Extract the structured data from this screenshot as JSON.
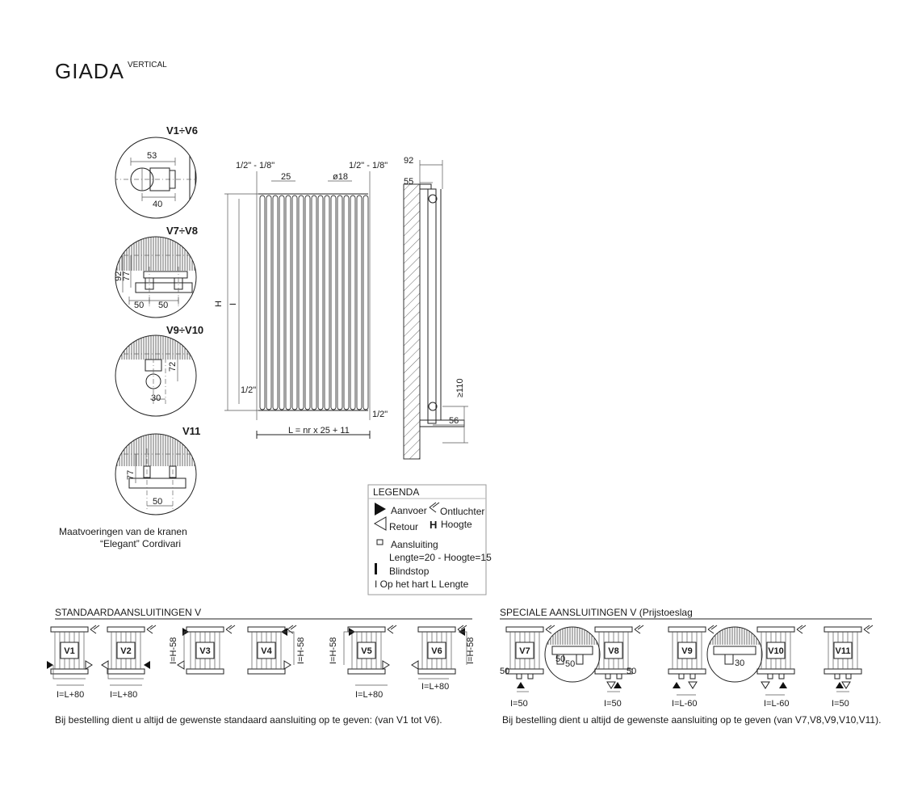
{
  "title": {
    "main": "GIADA",
    "sup": "VERTICAL"
  },
  "details": {
    "v1v6": {
      "label": "V1÷V6",
      "dims": [
        "53",
        "40"
      ]
    },
    "v7v8": {
      "label": "V7÷V8",
      "dims": [
        "92",
        "77",
        "50",
        "50"
      ]
    },
    "v9v10": {
      "label": "V9÷V10",
      "dims": [
        "72",
        "30"
      ]
    },
    "v11": {
      "label": "V11",
      "dims": [
        "77",
        "50"
      ]
    }
  },
  "caption": {
    "line1": "Maatvoeringen van de kranen",
    "line2": "“Elegant” Cordivari"
  },
  "front": {
    "thread_left": "1/2\" - 1/8\"",
    "thread_right": "1/2\" - 1/8\"",
    "pitch": "25",
    "diameter": "ø18",
    "h": "H",
    "i": "I",
    "half_left": "1/2\"",
    "half_right": "1/2\"",
    "length": "L = nr x 25 + 11"
  },
  "side": {
    "d92": "92",
    "d55": "55",
    "d110": "≥110",
    "d56": "56"
  },
  "legend": {
    "title": "LEGENDA",
    "aanvoer": "Aanvoer",
    "ontluchter": "Ontluchter",
    "retour": "Retour",
    "hoogte_sym": "H",
    "hoogte": "Hoogte",
    "aansluiting": "Aansluiting",
    "lengte_hoogte": "Lengte=20 - Hoogte=15",
    "blindstop": "Blindstop",
    "footer": "I Op het hart  L Lengte"
  },
  "standard": {
    "heading": "STANDAARDAANSLUITINGEN  V",
    "units": [
      "V1",
      "V2",
      "V3",
      "V4",
      "V5",
      "V6"
    ],
    "notes": {
      "v1": "I=L+80",
      "v2": "I=L+80",
      "v3": "I=H-58",
      "v4": "I=H-58",
      "v5a": "I=H-58",
      "v5b": "I=L+80",
      "v6a": "I=H-58",
      "v6b": "I=L+80"
    },
    "footer": "Bij bestelling dient u altijd de gewenste standaard aansluiting op te geven: (van V1 tot V6)."
  },
  "special": {
    "heading": "SPECIALE AANSLUITINGEN V (Prijstoeslag",
    "units": [
      "V7",
      "V8",
      "V9",
      "V10",
      "V11"
    ],
    "notes": {
      "v7": "I=50",
      "v7side": "50",
      "v8": "I=50",
      "v8side": "50",
      "mid1a": "50",
      "mid1b": "50",
      "v9": "I=L-60",
      "mid2": "30",
      "v10": "I=L-60",
      "v11": "I=50"
    },
    "footer": "Bij bestelling dient u altijd de gewenste aansluiting op te geven (van V7,V8,V9,V10,V11)."
  }
}
